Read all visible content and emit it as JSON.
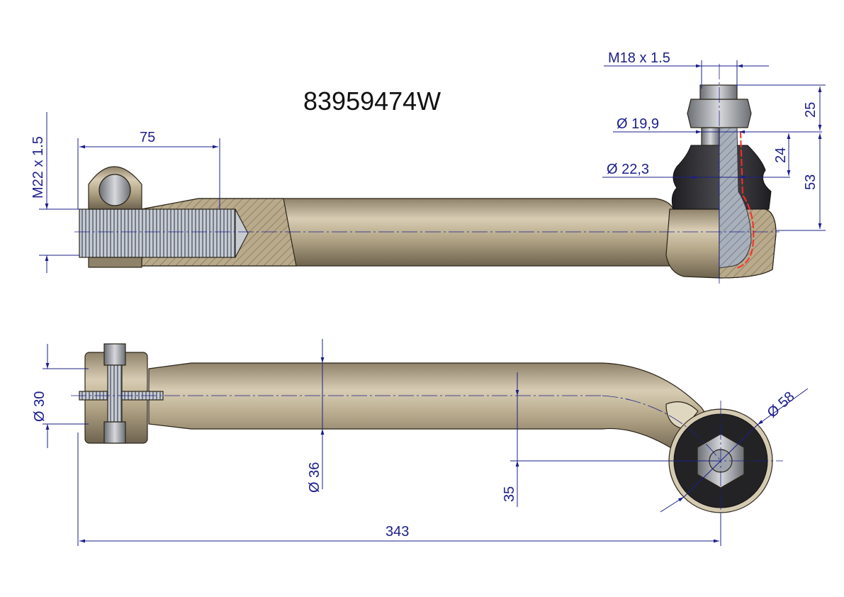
{
  "part_number": "83959474W",
  "colors": {
    "dimension": "#1b1f8a",
    "body": "#b5a789",
    "boot": "#2b2b2e",
    "section": "#ff2a2a"
  },
  "top_view": {
    "thread_length": "75",
    "left_thread": "M22 x 1.5",
    "stud_thread": "M18 x 1.5",
    "stud_diameter_top": "Ø 19,9",
    "stud_diameter_base": "Ø 22,3",
    "stud_height": "25",
    "taper_height": "24",
    "stud_total_height": "53"
  },
  "side_view": {
    "clamp_diameter": "Ø 30",
    "tube_diameter": "Ø 36",
    "offset": "35",
    "head_diameter": "Ø 58",
    "overall_length": "343"
  }
}
